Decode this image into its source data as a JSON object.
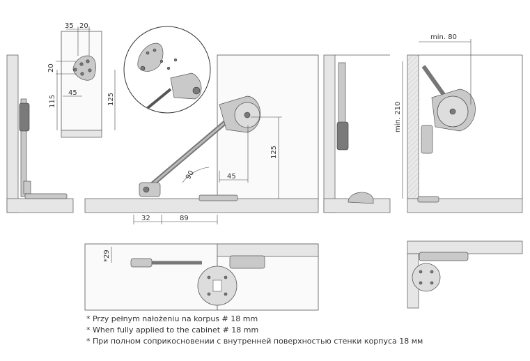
{
  "dimensions": {
    "plate_width_a": "35",
    "plate_width_b": "20",
    "plate_height": "20",
    "plate_offset": "45",
    "plate_vertical_115": "115",
    "plate_vertical_125": "125",
    "main_height": "125",
    "main_offset": "45",
    "angle": "90",
    "bottom_32": "32",
    "bottom_89": "89",
    "min_80": "min. 80",
    "min_210": "min. 210",
    "top_29": "*29"
  },
  "notes": [
    "* Przy pełnym nałożeniu na korpus # 18 mm",
    "* When fully applied to the cabinet # 18 mm",
    "* При полном соприкосновении с внутренней поверхностью стенки корпуса 18 мм"
  ]
}
